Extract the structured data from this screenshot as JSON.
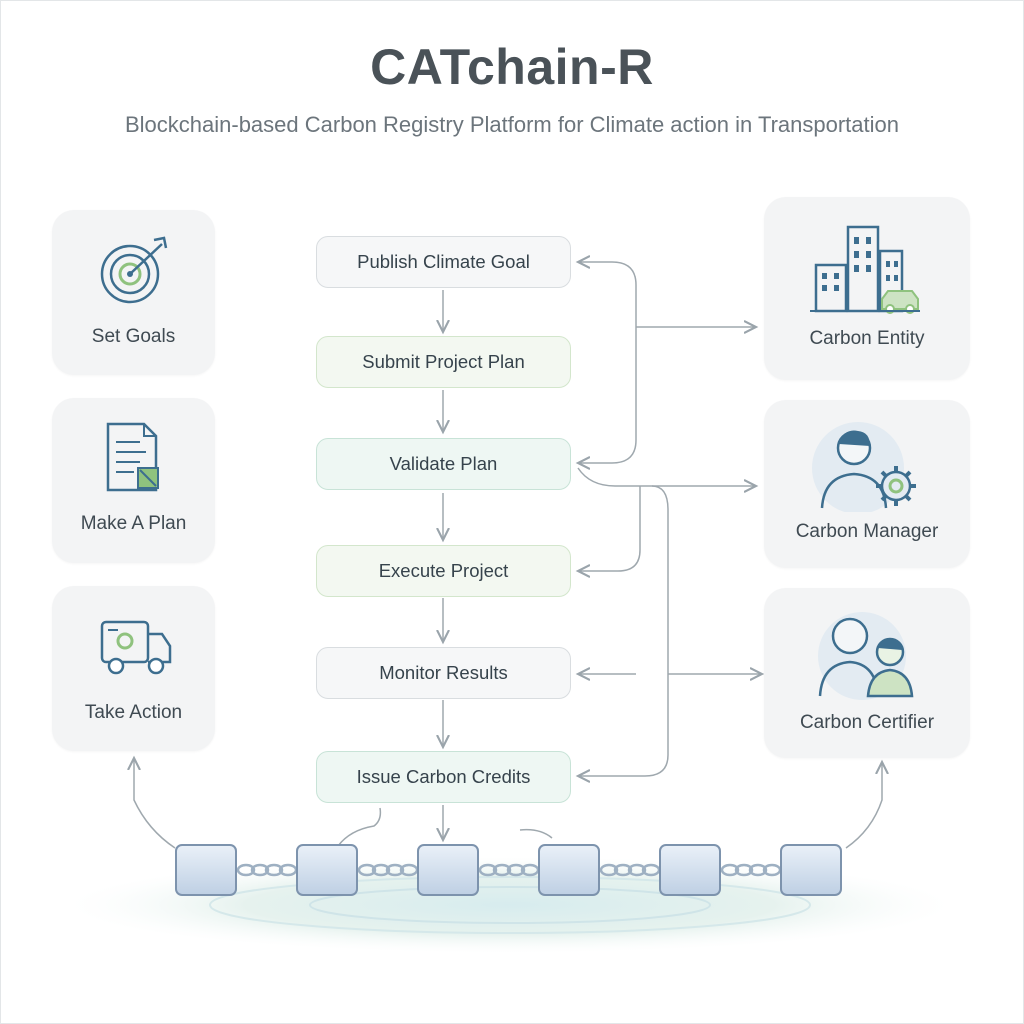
{
  "header": {
    "title": "CATchain-R",
    "subtitle": "Blockchain-based Carbon Registry Platform for Climate action in Transportation"
  },
  "left_cards": [
    {
      "label": "Set Goals",
      "icon": "target-icon"
    },
    {
      "label": "Make A Plan",
      "icon": "document-plan-icon"
    },
    {
      "label": "Take Action",
      "icon": "vehicle-icon"
    }
  ],
  "steps": [
    {
      "label": "Publish Climate Goal"
    },
    {
      "label": "Submit Project Plan"
    },
    {
      "label": "Validate Plan"
    },
    {
      "label": "Execute Project"
    },
    {
      "label": "Monitor Results"
    },
    {
      "label": "Issue Carbon Credits"
    }
  ],
  "right_cards": [
    {
      "label": "Carbon Entity",
      "icon": "buildings-icon"
    },
    {
      "label": "Carbon Manager",
      "icon": "manager-gear-icon"
    },
    {
      "label": "Carbon Certifier",
      "icon": "certifier-people-icon"
    }
  ],
  "colors": {
    "accent_blue": "#3d6e8f",
    "accent_green": "#8fc27e",
    "block_border": "#7d93ad"
  }
}
